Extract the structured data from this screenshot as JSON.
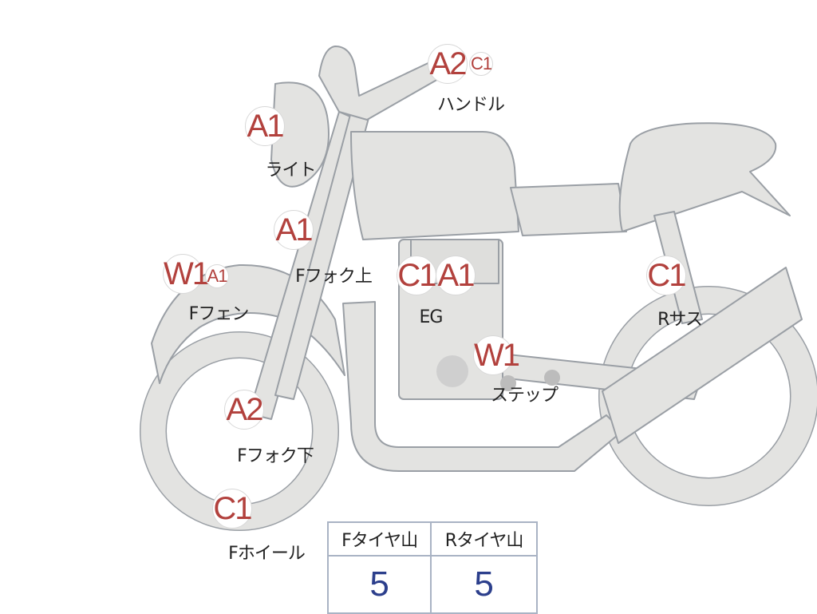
{
  "parts": {
    "handle": {
      "label": "ハンドル",
      "grades": [
        "A2",
        "C1"
      ]
    },
    "light": {
      "label": "ライト",
      "grades": [
        "A1"
      ]
    },
    "fork_upper": {
      "label": "Fフォク上",
      "grades": [
        "A1"
      ]
    },
    "f_fender": {
      "label": "Fフェン",
      "grades": [
        "W1",
        "A1"
      ]
    },
    "engine": {
      "label": "EG",
      "grades": [
        "C1",
        "A1"
      ]
    },
    "r_susp": {
      "label": "Rサス",
      "grades": [
        "C1"
      ]
    },
    "step": {
      "label": "ステップ",
      "grades": [
        "W1"
      ]
    },
    "fork_lower": {
      "label": "Fフォク下",
      "grades": [
        "A2"
      ]
    },
    "f_wheel": {
      "label": "Fホイール",
      "grades": [
        "C1"
      ]
    }
  },
  "tread": {
    "front_label": "Fタイヤ山",
    "rear_label": "Rタイヤ山",
    "front_value": "5",
    "rear_value": "5"
  },
  "colors": {
    "body_fill": "#e3e3e1",
    "body_stroke": "#9a9fa5",
    "grade_text": "#b2413d",
    "value_text": "#2c3f8c",
    "table_border": "#a9b3c4"
  }
}
